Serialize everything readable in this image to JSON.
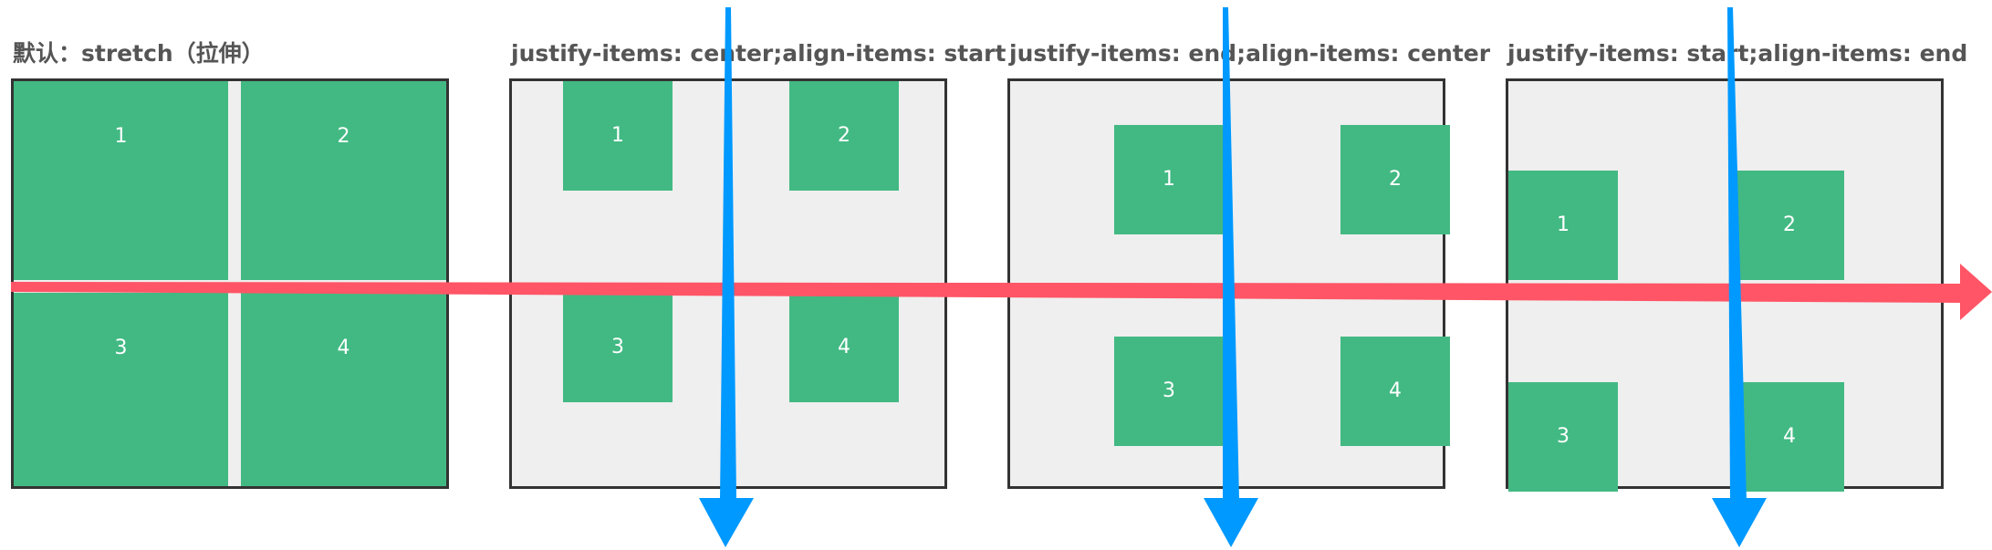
{
  "panels": [
    {
      "title": "默认：stretch（拉伸）",
      "items": [
        "1",
        "2",
        "3",
        "4"
      ]
    },
    {
      "title": "justify-items: center;align-items: start",
      "items": [
        "1",
        "2",
        "3",
        "4"
      ]
    },
    {
      "title": "justify-items: end;align-items: center",
      "items": [
        "1",
        "2",
        "3",
        "4"
      ]
    },
    {
      "title": "justify-items: start;align-items: end",
      "items": [
        "1",
        "2",
        "3",
        "4"
      ]
    }
  ],
  "colors": {
    "item": "#42b983",
    "container_bg": "#efefef",
    "container_border": "#333333",
    "arrow_horizontal": "#ff5566",
    "arrow_vertical": "#0099ff"
  }
}
